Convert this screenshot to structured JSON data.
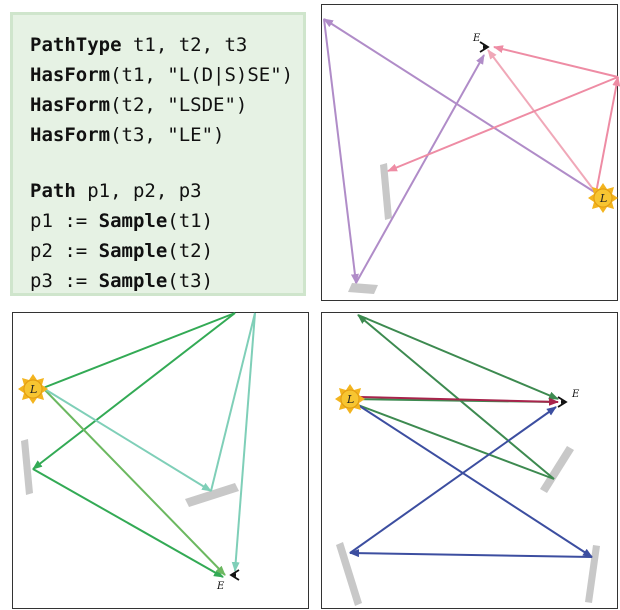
{
  "code": {
    "lines": [
      {
        "kw": "PathType",
        "rest": " t1, t2, t3"
      },
      {
        "kw": "HasForm",
        "rest": "(t1, \"L(D|S)SE\")"
      },
      {
        "kw": "HasForm",
        "rest": "(t2, \"LSDE\")"
      },
      {
        "kw": "HasForm",
        "rest": "(t3, \"LE\")"
      },
      {
        "kw": "",
        "rest": ""
      },
      {
        "kw": "Path",
        "rest": " p1, p2, p3"
      },
      {
        "kw": "",
        "pre": "p1 := ",
        "kw2": "Sample",
        "post": "(t1)"
      },
      {
        "kw": "",
        "pre": "p2 := ",
        "kw2": "Sample",
        "post": "(t2)"
      },
      {
        "kw": "",
        "pre": "p3 := ",
        "kw2": "Sample",
        "post": "(t3)"
      }
    ]
  },
  "labels": {
    "light": "L",
    "eye": "E"
  },
  "colors": {
    "code_bg": "#e6f2e4",
    "code_border": "#cfe5cc",
    "purple": "#b08cc8",
    "pink": "#ee8ca4",
    "green": "#33aa55",
    "teal": "#7fcfb8",
    "dark_green": "#3d8a50",
    "crimson": "#a8244c",
    "blue": "#3c4ea0",
    "mirror": "#c8c8c8",
    "sun": "#f3b41e"
  },
  "icons": [
    "sun-light-icon",
    "eye-camera-icon",
    "mirror-surface-icon"
  ]
}
